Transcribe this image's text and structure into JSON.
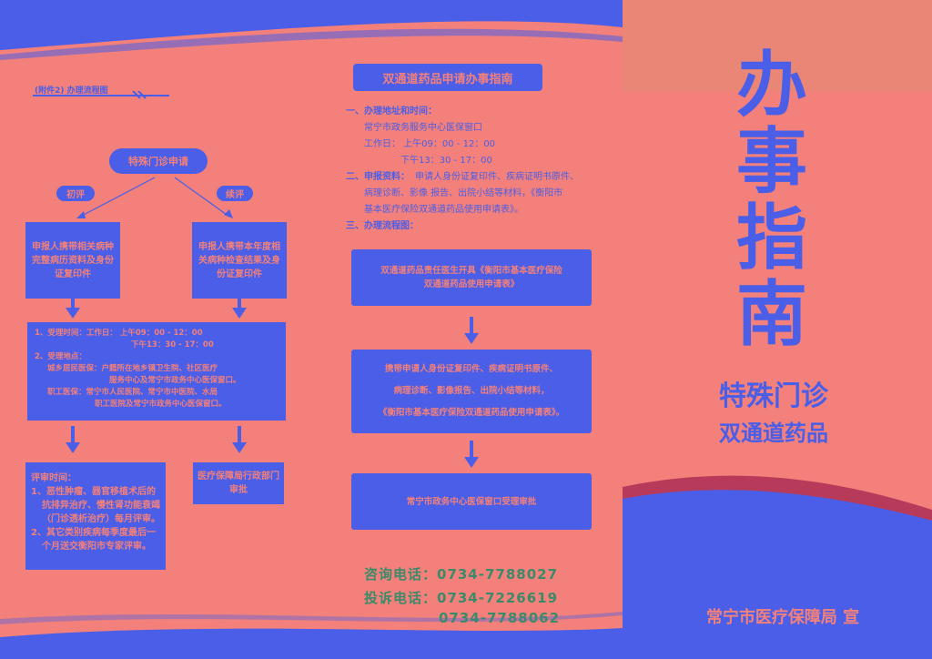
{
  "left_panel": {
    "attachment_label": "(附件2) 办理流程图",
    "start_node": "特殊门诊申请",
    "branch_left_label": "初评",
    "branch_right_label": "续评",
    "box_left_1": "申报人携带相关病种完整病历资料及身份证复印件",
    "box_right_1": "申报人携带本年度相关病种检查结果及身份证复印件",
    "info_box": {
      "line1": "1、受理时间：工作日：  上午09：00 - 12：00",
      "line2": "下午13：30 - 17：00",
      "line3": "2、受理地点：",
      "line4": "城乡居民医保：户籍所在地乡镇卫生院、社区医疗",
      "line5": "服务中心及常宁市政务中心医保窗口。",
      "line6": "职工医保：常宁市人民医院、常宁市中医院、水局",
      "line7": "职工医院及常宁市政务中心医保窗口。"
    },
    "review_box": {
      "line1": "评审时间：",
      "line2": "1、恶性肿瘤、器官移植术后的",
      "line3": "抗排异治疗、慢性肾功能衰竭",
      "line4": "（门诊透析治疗）每月评审。",
      "line5": "2、其它类别疾病每季度最后一",
      "line6": "个月送交衡阳市专家评审。"
    },
    "approval_box": "医疗保障局行政部门审批"
  },
  "middle_panel": {
    "title": "双通道药品申请办事指南",
    "section1_heading": "一、办理地址和时间：",
    "section1_line1": "常宁市政务服务中心医保窗口",
    "section1_line2": "工作日：  上午09：00 - 12：00",
    "section1_line3": "下午13：30 - 17：00",
    "section2_heading": "二、申报资料：",
    "section2_line1": "申请人身份证复印件、疾病证明书原件、",
    "section2_line2": "病理诊断、影像 报告、出院小结等材料，《衡阳市",
    "section2_line3": "基本医疗保险双通道药品使用申请表》。",
    "section3_heading": "三、办理流程图：",
    "flow_box1_line1": "双通道药品责任医生开具《衡阳市基本医疗保险",
    "flow_box1_line2": "双通道药品使用申请表》",
    "flow_box2_line1": "携带申请人身份证复印件、疾病证明书原件、",
    "flow_box2_line2": "病理诊断、影像报告、出院小结等材料，",
    "flow_box2_line3": "《衡阳市基本医疗保险双通道药品使用申请表》。",
    "flow_box3": "常宁市政务中心医保窗口受理审批",
    "consult_phone": "咨询电话：0734-7788027",
    "complaint_phone": "投诉电话：0734-7226619",
    "extra_phone": "0734-7788062"
  },
  "right_panel": {
    "big_title_chars": [
      "办",
      "事",
      "指",
      "南"
    ],
    "subtitle1": "特殊门诊",
    "subtitle2": "双通道药品",
    "footer": "常宁市医疗保障局  宣"
  },
  "colors": {
    "background": "#f3807a",
    "accent_blue": "#4a5ee8",
    "phone_green": "#3b8a6a"
  }
}
